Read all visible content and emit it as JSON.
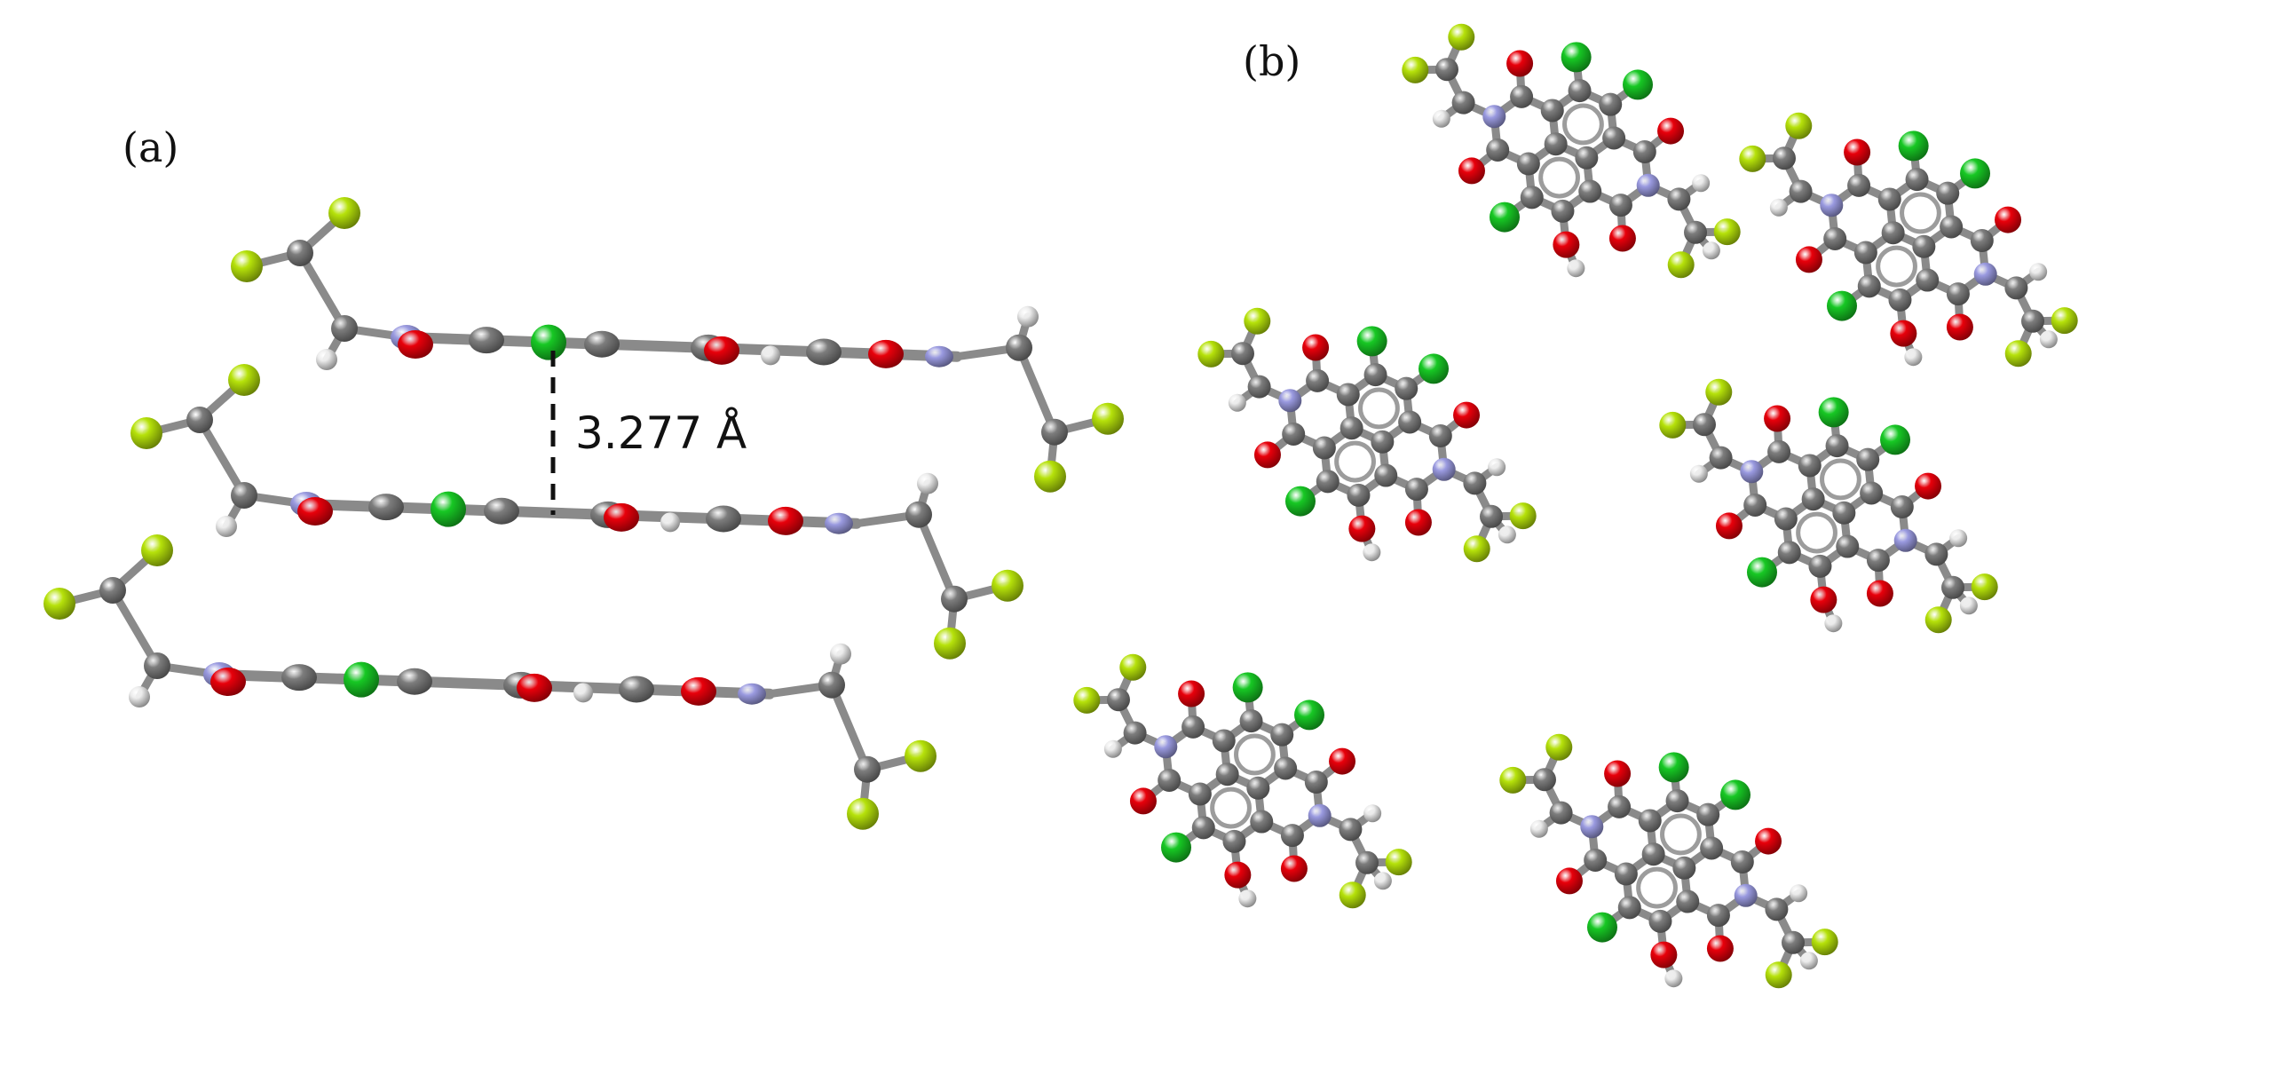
{
  "panels": {
    "a": {
      "label": "(a)",
      "distance_label": "3.277 Å"
    },
    "b": {
      "label": "(b)"
    }
  },
  "atom_colors": {
    "carbon": "#7d7d7d",
    "oxygen": "#e8000b",
    "nitrogen": "#9a9ae0",
    "chlorine": "#17c824",
    "fluorine": "#b6e20a",
    "hydrogen": "#ececec"
  },
  "bond_color": "#8a8a8a",
  "distance_line_color": "#111111"
}
